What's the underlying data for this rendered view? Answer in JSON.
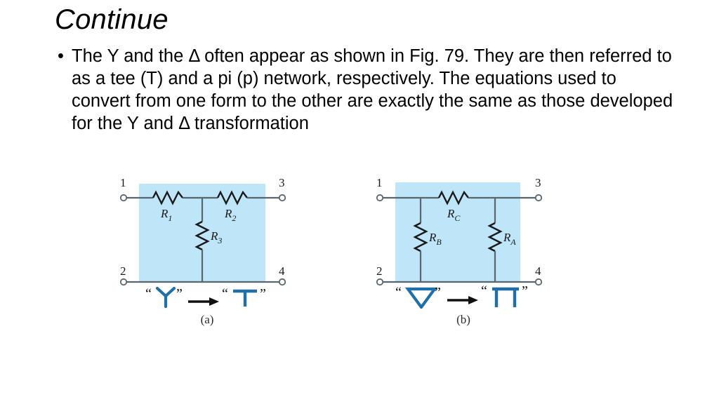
{
  "slide": {
    "title": "Continue",
    "bullets": [
      "The Y and the Δ often appear as shown in Fig. 79. They are then referred to as a tee (T) and a pi (p) network, respectively. The equations used to convert from one form to the other are exactly the same as those developed for the Y and Δ transformation"
    ],
    "bullet_marker": "•"
  },
  "colors": {
    "shade_fill": "#bee5f8",
    "wire": "#58666e",
    "resistor": "#1a1a1a",
    "symbol_blue": "#1f6fa8",
    "arrow": "#111111",
    "text": "#000000",
    "background": "#ffffff"
  },
  "figures": [
    {
      "id": "a",
      "caption": "(a)",
      "network_type": "tee",
      "terminals": [
        {
          "label": "1",
          "position": "top-left"
        },
        {
          "label": "2",
          "position": "bottom-left"
        },
        {
          "label": "3",
          "position": "top-right"
        },
        {
          "label": "4",
          "position": "bottom-right"
        }
      ],
      "resistors": [
        {
          "label": "R",
          "subscript": "1",
          "orientation": "horizontal"
        },
        {
          "label": "R",
          "subscript": "2",
          "orientation": "horizontal"
        },
        {
          "label": "R",
          "subscript": "3",
          "orientation": "vertical"
        }
      ],
      "transform": {
        "from_symbol": "Y",
        "to_symbol": "T",
        "arrow": "→",
        "open_quote": "“",
        "close_quote": "”"
      }
    },
    {
      "id": "b",
      "caption": "(b)",
      "network_type": "pi",
      "terminals": [
        {
          "label": "1",
          "position": "top-left"
        },
        {
          "label": "2",
          "position": "bottom-left"
        },
        {
          "label": "3",
          "position": "top-right"
        },
        {
          "label": "4",
          "position": "bottom-right"
        }
      ],
      "resistors": [
        {
          "label": "R",
          "subscript": "C",
          "orientation": "horizontal"
        },
        {
          "label": "R",
          "subscript": "B",
          "orientation": "vertical"
        },
        {
          "label": "R",
          "subscript": "A",
          "orientation": "vertical"
        }
      ],
      "transform": {
        "from_symbol": "∇",
        "to_symbol": "Π",
        "arrow": "→",
        "open_quote": "“",
        "close_quote": "”"
      }
    }
  ]
}
